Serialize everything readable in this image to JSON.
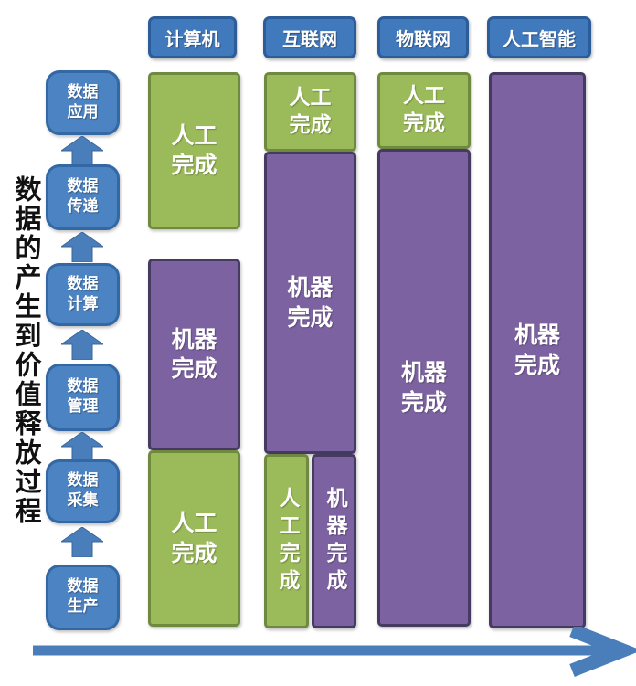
{
  "title": {
    "vertical_label": "数据的产生到价值释放过程"
  },
  "colors": {
    "stage_blue": "#4C83C3",
    "header_blue": "#4179BD",
    "manual_green": "#9BBA59",
    "machine_purple": "#7C62A0",
    "arrow_blue": "#4A7EBB"
  },
  "left_axis": {
    "stages": [
      {
        "label": "数据\n应用"
      },
      {
        "label": "数据\n传递"
      },
      {
        "label": "数据\n计算"
      },
      {
        "label": "数据\n管理"
      },
      {
        "label": "数据\n采集"
      },
      {
        "label": "数据\n生产"
      }
    ]
  },
  "eras": [
    {
      "label": "计算机"
    },
    {
      "label": "互联网"
    },
    {
      "label": "物联网"
    },
    {
      "label": "人工智能"
    }
  ],
  "columns": [
    {
      "era": "计算机",
      "segments": [
        {
          "type": "manual",
          "label": "人工\n完成"
        },
        {
          "type": "machine",
          "label": "机器\n完成"
        },
        {
          "type": "manual",
          "label": "人工\n完成"
        }
      ]
    },
    {
      "era": "互联网",
      "segments": [
        {
          "type": "manual",
          "label": "人工\n完成"
        },
        {
          "type": "machine",
          "label": "机器\n完成"
        },
        {
          "type": "manual",
          "label": "人工完成"
        },
        {
          "type": "machine",
          "label": "机器完成"
        }
      ]
    },
    {
      "era": "物联网",
      "segments": [
        {
          "type": "manual",
          "label": "人工\n完成"
        },
        {
          "type": "machine",
          "label": "机器\n完成"
        }
      ]
    },
    {
      "era": "人工智能",
      "segments": [
        {
          "type": "machine",
          "label": "机器\n完成"
        }
      ]
    }
  ]
}
